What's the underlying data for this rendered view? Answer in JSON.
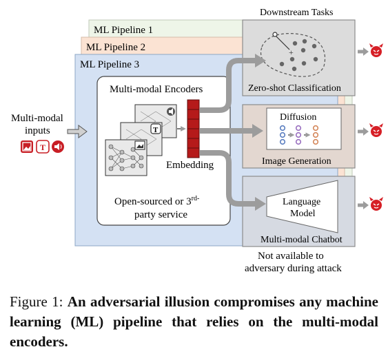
{
  "diagram": {
    "pipelines": [
      "ML Pipeline 1",
      "ML Pipeline 2",
      "ML Pipeline 3"
    ],
    "downstream_header": "Downstream Tasks",
    "encoder_title": "Multi-modal Encoders",
    "encoder_source_line1": "Open-sourced or 3",
    "encoder_source_sup": "rd-",
    "encoder_source_line2": "party service",
    "embedding_label": "Embedding",
    "inputs_label_line1": "Multi-modal",
    "inputs_label_line2": "inputs",
    "input_icons": [
      "image-icon",
      "text-icon",
      "audio-icon"
    ],
    "tasks": [
      {
        "name": "Zero-shot Classification"
      },
      {
        "name": "Image Generation",
        "model": "Diffusion"
      },
      {
        "name": "Multi-modal Chatbot",
        "model_line1": "Language",
        "model_line2": "Model"
      }
    ],
    "not_available_line1": "Not available to",
    "not_available_line2": "adversary during attack",
    "colors": {
      "pipeline1": "#eef5e8",
      "pipeline2": "#fbe3d3",
      "pipeline3": "#d4e1f3",
      "task_box": "#dcdcdc",
      "arrow": "#9c9c9c",
      "embedding": "#b51a1a",
      "devil": "#d61f26"
    }
  },
  "caption": {
    "prefix": "Figure 1: ",
    "bold": "An adversarial illusion compromises any machine learning (ML) pipeline that relies on the multi-modal encoders."
  }
}
